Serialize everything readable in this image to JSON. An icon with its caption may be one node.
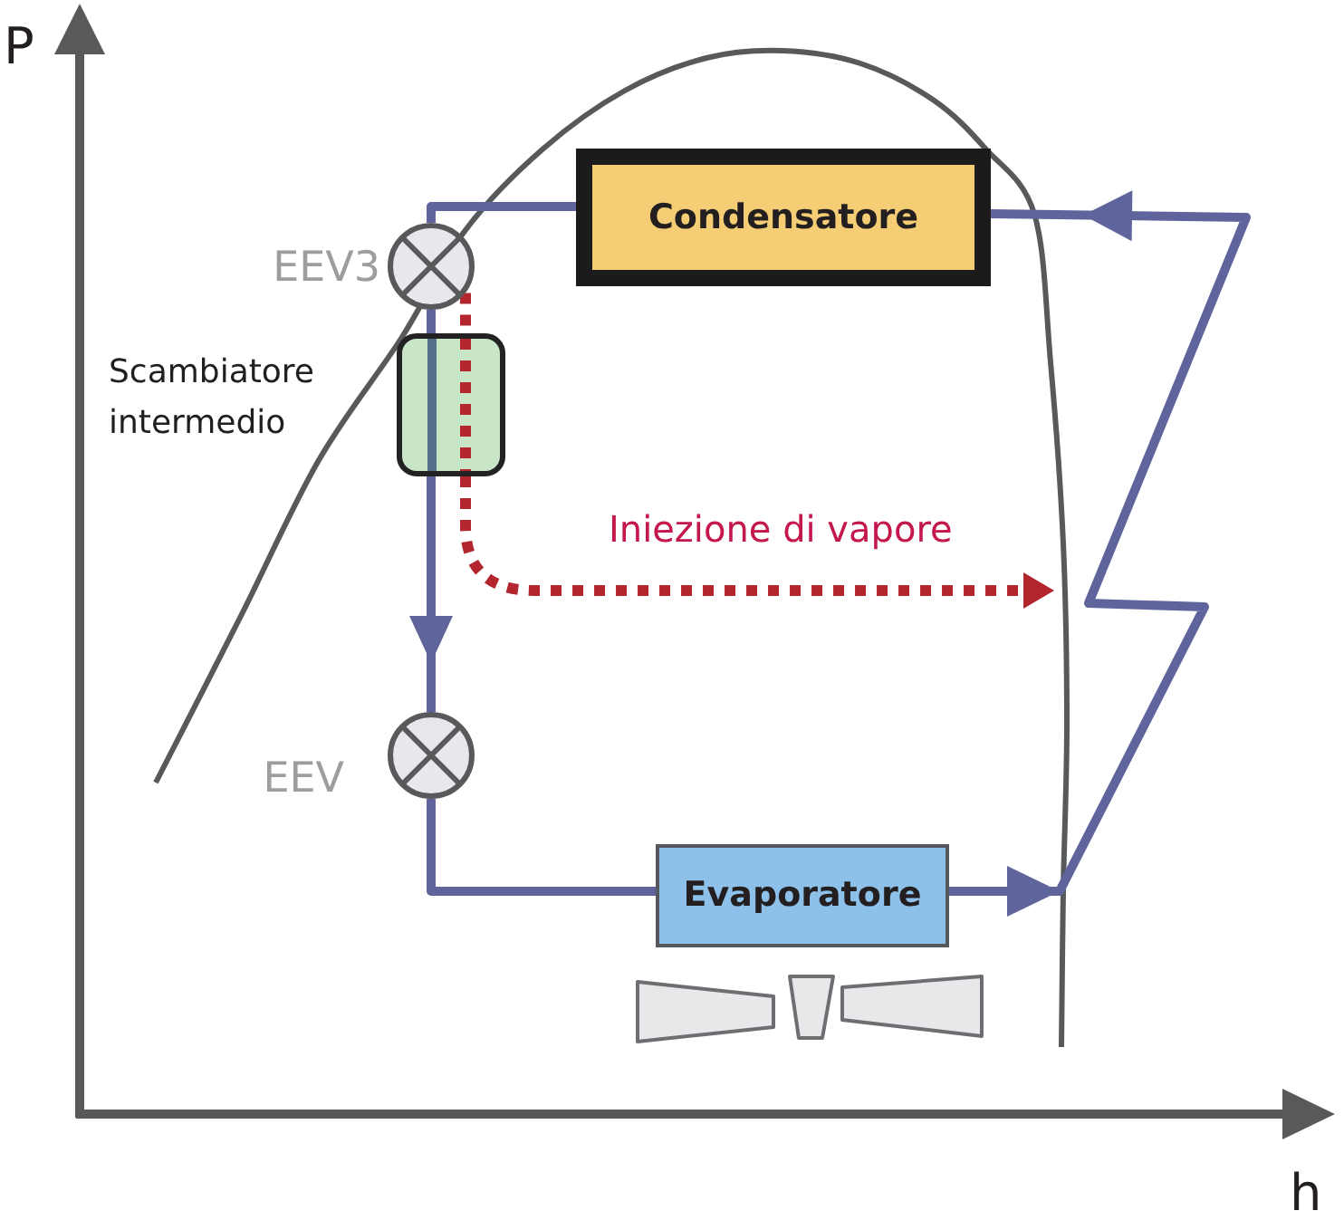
{
  "diagram": {
    "nodes": [
      {
        "text": [
          "Condensatore"
        ]
      },
      {
        "text": [],
        "shape": "circle",
        "beside": [
          "EEV3"
        ]
      },
      {
        "text": [],
        "shape": "box",
        "beside": [
          "Scambiatore intermedio"
        ]
      },
      {
        "text": [],
        "shape": "circle",
        "beside": [
          "EEV"
        ]
      },
      {
        "text": [
          "Evaporatore"
        ]
      }
    ],
    "edges": [
      {
        "from": 0,
        "to": 1,
        "arrow": "none"
      },
      {
        "from": 1,
        "to": 2,
        "arrow": "none"
      },
      {
        "from": 2,
        "to": 3,
        "arrow": "to"
      },
      {
        "from": 3,
        "to": 4,
        "arrow": "none"
      },
      {
        "from": 4,
        "to": 0,
        "arrow": "to"
      },
      {
        "from": 1,
        "to": 2,
        "arrow": "none",
        "style": "dashed",
        "color": "#b3262e"
      },
      {
        "from": 2,
        "to": null,
        "arrow": "to",
        "label": "Iniezione di vapore",
        "style": "dashed",
        "color": "#b3262e"
      }
    ],
    "labels": [
      "P",
      "h"
    ]
  }
}
